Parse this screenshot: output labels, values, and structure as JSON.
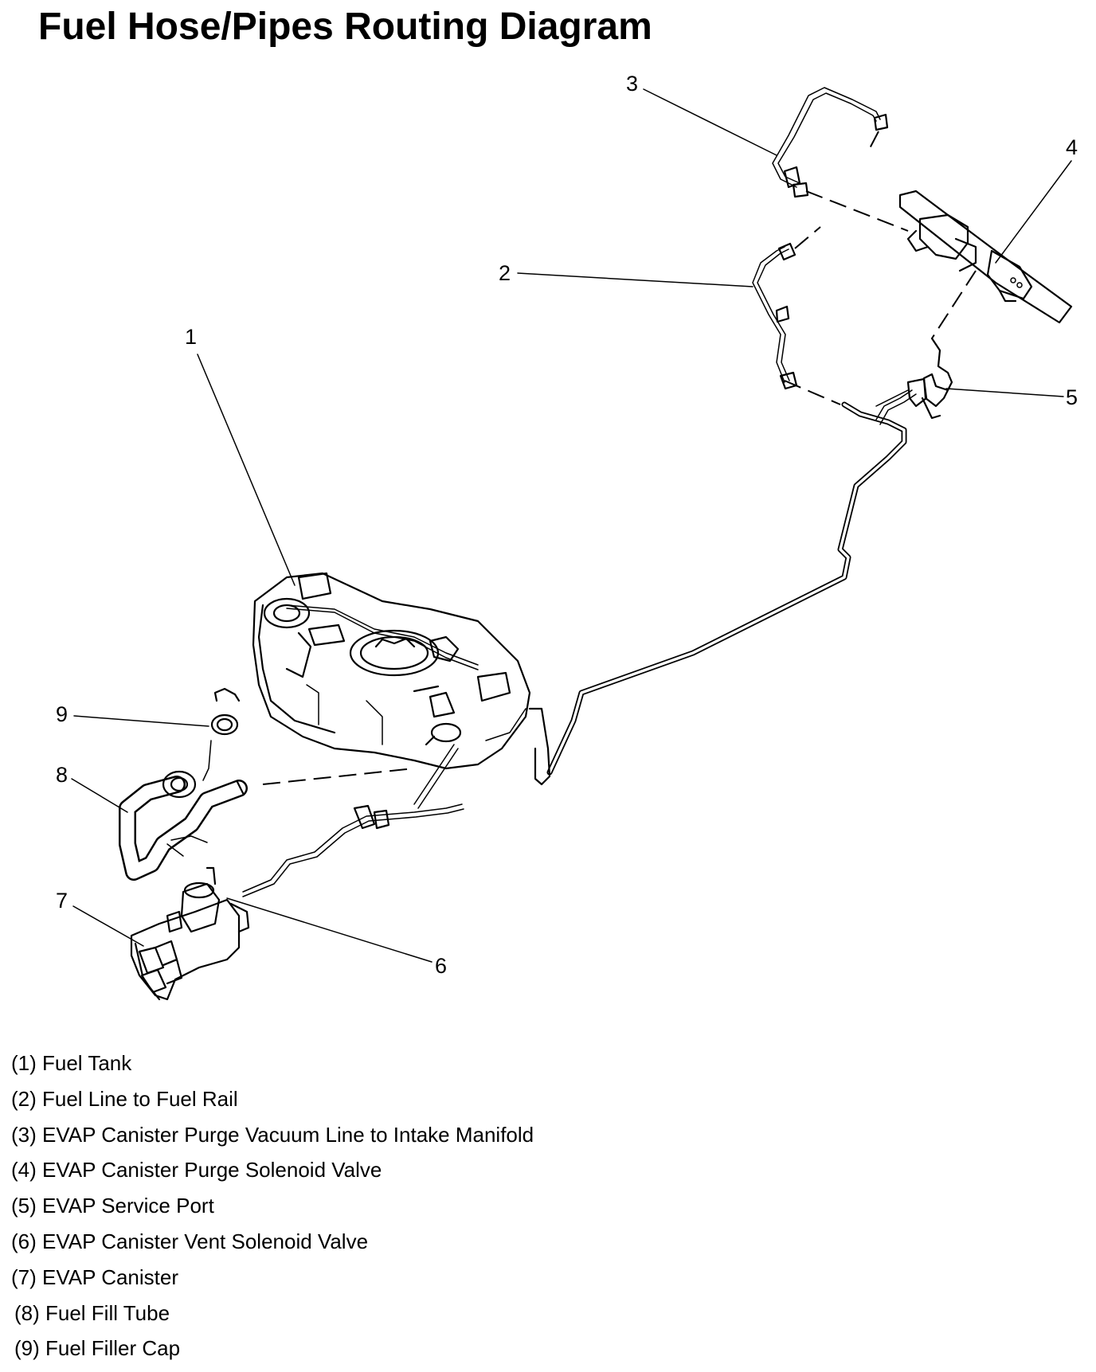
{
  "title": "Fuel Hose/Pipes Routing Diagram",
  "callouts": [
    "1",
    "2",
    "3",
    "4",
    "5",
    "6",
    "7",
    "8",
    "9"
  ],
  "legend": [
    "(1) Fuel Tank",
    "(2) Fuel Line to Fuel Rail",
    "(3) EVAP Canister Purge Vacuum Line to Intake Manifold",
    "(4) EVAP Canister Purge Solenoid Valve",
    "(5) EVAP Service Port",
    "(6) EVAP Canister Vent Solenoid Valve",
    "(7) EVAP Canister",
    "(8) Fuel Fill Tube",
    "(9) Fuel Filler Cap"
  ]
}
